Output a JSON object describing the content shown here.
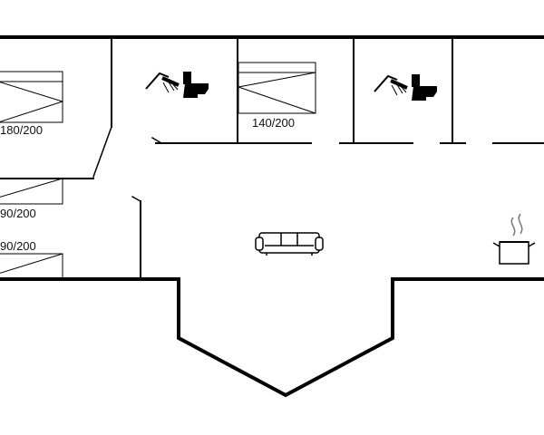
{
  "floorplan": {
    "rooms": [
      {
        "name": "bedroom-1",
        "bed_label": "180/200"
      },
      {
        "name": "bathroom-1",
        "fixtures": [
          "shower-icon",
          "toilet-icon"
        ]
      },
      {
        "name": "bedroom-2",
        "bed_label": "140/200"
      },
      {
        "name": "bathroom-2",
        "fixtures": [
          "shower-icon",
          "toilet-icon"
        ]
      },
      {
        "name": "bedroom-3",
        "bed_labels": [
          "90/200",
          "90/200"
        ]
      },
      {
        "name": "living-room",
        "fixtures": [
          "sofa-icon",
          "cooking-pot-icon"
        ]
      }
    ],
    "labels": {
      "bed1": "180/200",
      "bed2": "140/200",
      "bed3": "90/200",
      "bed4": "90/200"
    },
    "colors": {
      "wall": "#000000",
      "background": "#ffffff"
    }
  }
}
